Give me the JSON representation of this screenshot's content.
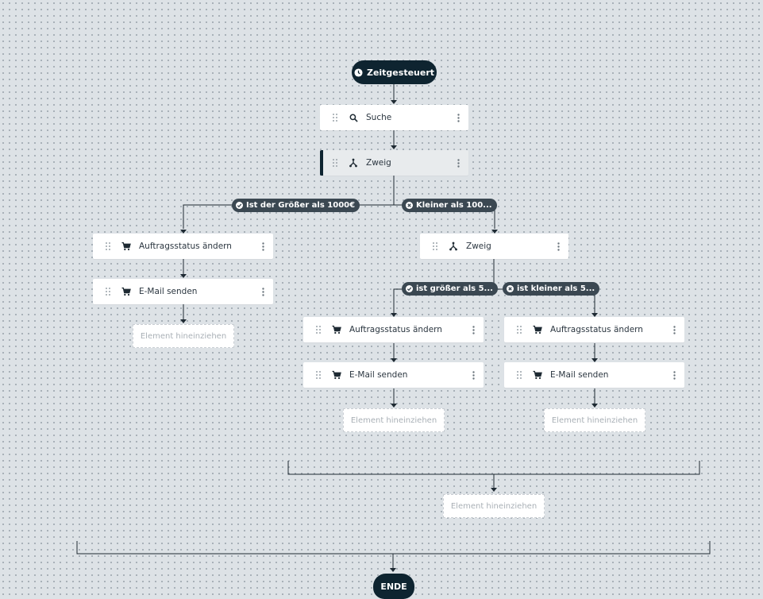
{
  "trigger": {
    "label": "Zeitgesteuert",
    "icon": "clock-icon"
  },
  "end": {
    "label": "ENDE"
  },
  "drop_placeholder": "Element hineinziehen",
  "nodes": {
    "search": {
      "label": "Suche",
      "icon": "search-icon"
    },
    "branch1": {
      "label": "Zweig",
      "icon": "branch-icon",
      "selected": true
    },
    "left_status": {
      "label": "Auftragsstatus ändern",
      "icon": "cart-icon"
    },
    "left_mail": {
      "label": "E-Mail senden",
      "icon": "cart-icon"
    },
    "branch2": {
      "label": "Zweig",
      "icon": "branch-icon"
    },
    "mid_status": {
      "label": "Auftragsstatus ändern",
      "icon": "cart-icon"
    },
    "mid_mail": {
      "label": "E-Mail senden",
      "icon": "cart-icon"
    },
    "right_status": {
      "label": "Auftragsstatus ändern",
      "icon": "cart-icon"
    },
    "right_mail": {
      "label": "E-Mail senden",
      "icon": "cart-icon"
    }
  },
  "conditions": {
    "c1": {
      "label": "Ist der Größer als 1000€",
      "icon": "check-circle-icon"
    },
    "c2": {
      "label": "Kleiner als 100...",
      "icon": "x-circle-icon"
    },
    "c3": {
      "label": "ist größer als 5...",
      "icon": "check-circle-icon"
    },
    "c4": {
      "label": "ist kleiner als 5...",
      "icon": "x-circle-icon"
    }
  },
  "colors": {
    "dark": "#0e2430",
    "condition_pill": "#3b4852",
    "canvas": "#dde2e6",
    "connector": "#1e2a33"
  }
}
